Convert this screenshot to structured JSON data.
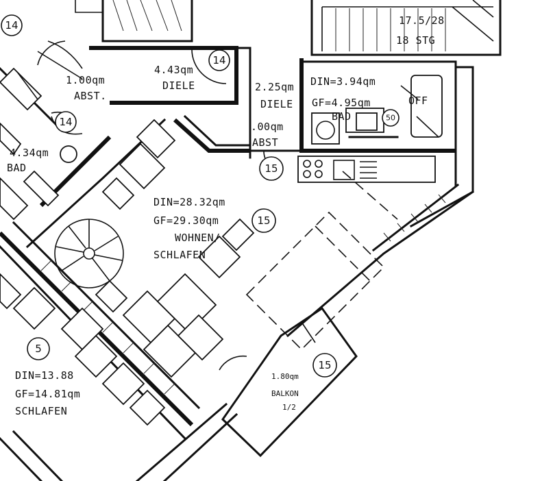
{
  "plan": {
    "stairs": {
      "line1": "17.5/28",
      "line2": "18 STG"
    },
    "rooms": {
      "abst_left": {
        "area": "1.00qm",
        "name": "ABST."
      },
      "diele_top": {
        "area": "4.43qm",
        "name": "DIELE"
      },
      "diele_right": {
        "area": "2.25qm",
        "name": "DIELE"
      },
      "bad_top": {
        "din": "DIN=3.94qm",
        "gf": "GF=4.95qm",
        "name": "BAD"
      },
      "abst_mid": {
        "area": ".00qm",
        "name": "ABST"
      },
      "bad_left": {
        "area": "4.34qm",
        "name": "BAD"
      },
      "wohnen": {
        "din": "DIN=28.32qm",
        "gf": "GF=29.30qm",
        "name1": "WOHNEN/",
        "name2": "SCHLAFEN"
      },
      "schlafen": {
        "din": "DIN=13.88",
        "gf": "GF=14.81qm",
        "name": "SCHLAFEN"
      },
      "balkon": {
        "area": "1.80qm",
        "name1": "BALKON",
        "name2": "1/2"
      }
    },
    "markers": [
      "14",
      "14",
      "14",
      "15",
      "15",
      "5",
      "15",
      "50"
    ],
    "labels": {
      "off": "OFF"
    }
  }
}
